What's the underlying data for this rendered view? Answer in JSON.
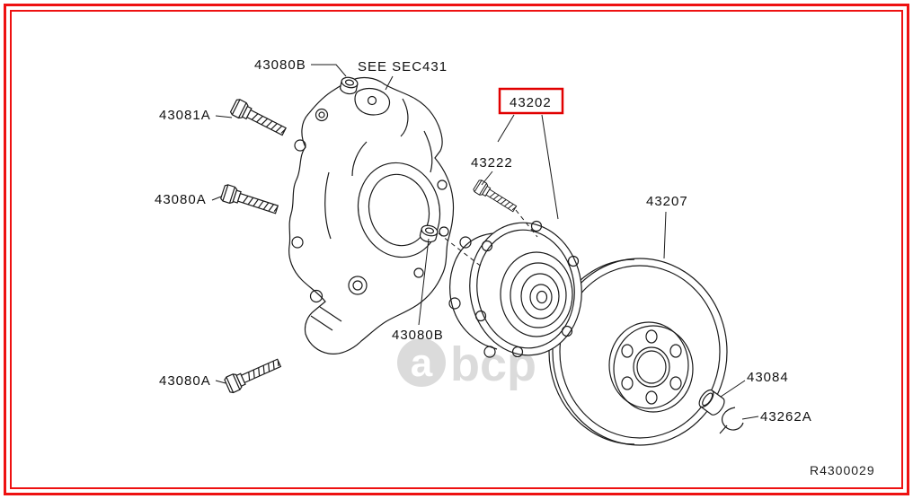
{
  "page": {
    "drawing_ref": "R4300029",
    "watermark": {
      "first_letter": "a",
      "rest": "bcp"
    }
  },
  "colors": {
    "frame_red": "#ee1111",
    "highlight_red": "#e10000",
    "line_black": "#1a1a1a",
    "watermark_gray": "#d8d8d8"
  },
  "labels": {
    "nut_top": "43080B",
    "see_section": "SEE SEC431",
    "bolt_upper": "43081A",
    "bolt_mid": "43080A",
    "hub_assembly": "43202",
    "wheel_stud": "43222",
    "brake_rotor": "43207",
    "nut_center": "43080B",
    "bolt_lower": "43080A",
    "dust_cap": "43084",
    "retaining_clip": "43262A"
  }
}
